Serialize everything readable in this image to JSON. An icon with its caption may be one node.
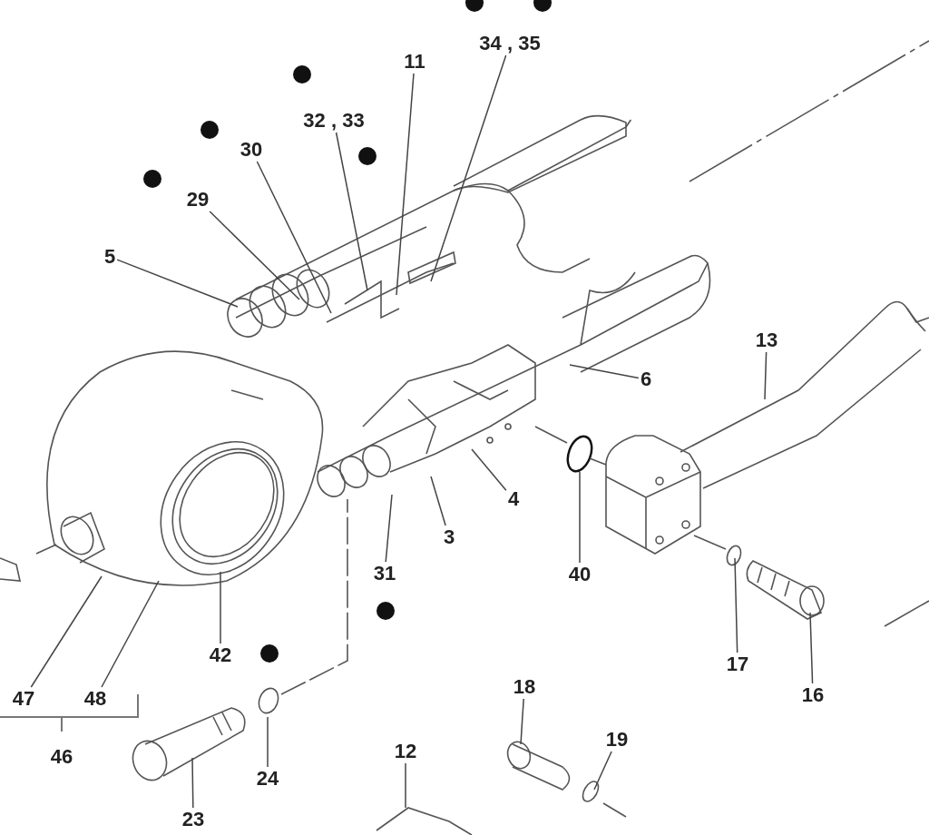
{
  "diagram": {
    "nodes": [
      {
        "text": [
          "5"
        ]
      },
      {
        "text": [
          "29"
        ]
      },
      {
        "text": [
          "30"
        ]
      },
      {
        "text": [
          "32 , 33"
        ]
      },
      {
        "text": [
          "11"
        ]
      },
      {
        "text": [
          "34 , 35"
        ]
      },
      {
        "text": [
          "6"
        ]
      },
      {
        "text": [
          "13"
        ]
      },
      {
        "text": [
          "4"
        ]
      },
      {
        "text": [
          "3"
        ]
      },
      {
        "text": [
          "31"
        ]
      },
      {
        "text": [
          "40"
        ]
      },
      {
        "text": [
          "17"
        ]
      },
      {
        "text": [
          "16"
        ]
      },
      {
        "text": [
          "42"
        ]
      },
      {
        "text": [
          "47"
        ]
      },
      {
        "text": [
          "48"
        ]
      },
      {
        "text": [
          "24"
        ]
      },
      {
        "text": [
          "23"
        ]
      },
      {
        "text": [
          "18"
        ]
      },
      {
        "text": [
          "19"
        ]
      },
      {
        "text": [
          "12"
        ]
      }
    ],
    "edges": [
      {
        "from": 0,
        "to": null,
        "arrow": "none"
      },
      {
        "from": 1,
        "to": null,
        "arrow": "none"
      },
      {
        "from": 2,
        "to": null,
        "arrow": "none"
      },
      {
        "from": 3,
        "to": null,
        "arrow": "none"
      },
      {
        "from": 4,
        "to": null,
        "arrow": "none"
      },
      {
        "from": 5,
        "to": null,
        "arrow": "none"
      },
      {
        "from": 6,
        "to": null,
        "arrow": "none"
      },
      {
        "from": 7,
        "to": null,
        "arrow": "none"
      },
      {
        "from": 8,
        "to": null,
        "arrow": "none"
      },
      {
        "from": 9,
        "to": null,
        "arrow": "none"
      },
      {
        "from": 10,
        "to": null,
        "arrow": "none"
      },
      {
        "from": 11,
        "to": null,
        "arrow": "none"
      },
      {
        "from": 12,
        "to": null,
        "arrow": "none"
      },
      {
        "from": 13,
        "to": null,
        "arrow": "none"
      },
      {
        "from": 14,
        "to": null,
        "arrow": "none"
      },
      {
        "from": 15,
        "to": null,
        "arrow": "none"
      },
      {
        "from": 16,
        "to": null,
        "arrow": "none"
      },
      {
        "from": 17,
        "to": null,
        "arrow": "none"
      },
      {
        "from": 18,
        "to": null,
        "arrow": "none"
      },
      {
        "from": 19,
        "to": null,
        "arrow": "none"
      },
      {
        "from": 20,
        "to": null,
        "arrow": "none"
      },
      {
        "from": 21,
        "to": null,
        "arrow": "none"
      }
    ],
    "labels": [
      "46"
    ]
  }
}
